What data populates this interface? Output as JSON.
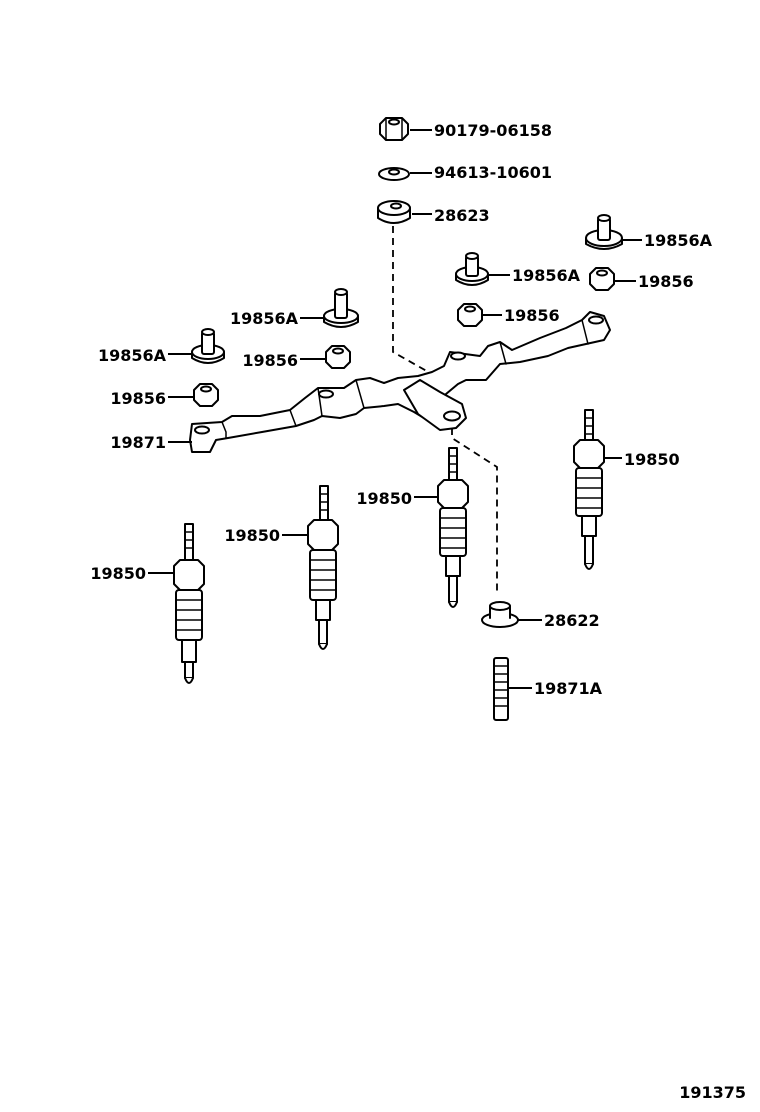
{
  "diagram": {
    "figure_number": "191375",
    "callouts": {
      "nut_top": "90179-06158",
      "washer_top": "94613-10601",
      "insulator_top": "28623",
      "glow_plug_1": "19850",
      "glow_plug_2": "19850",
      "glow_plug_3": "19850",
      "glow_plug_4": "19850",
      "connector_1": "19856A",
      "connector_2": "19856A",
      "connector_3": "19856A",
      "connector_4": "19856A",
      "nut_1": "19856",
      "nut_2": "19856",
      "nut_3": "19856",
      "nut_4": "19856",
      "bus_bar": "19871",
      "insulator_bottom": "28622",
      "stud": "19871A"
    }
  }
}
